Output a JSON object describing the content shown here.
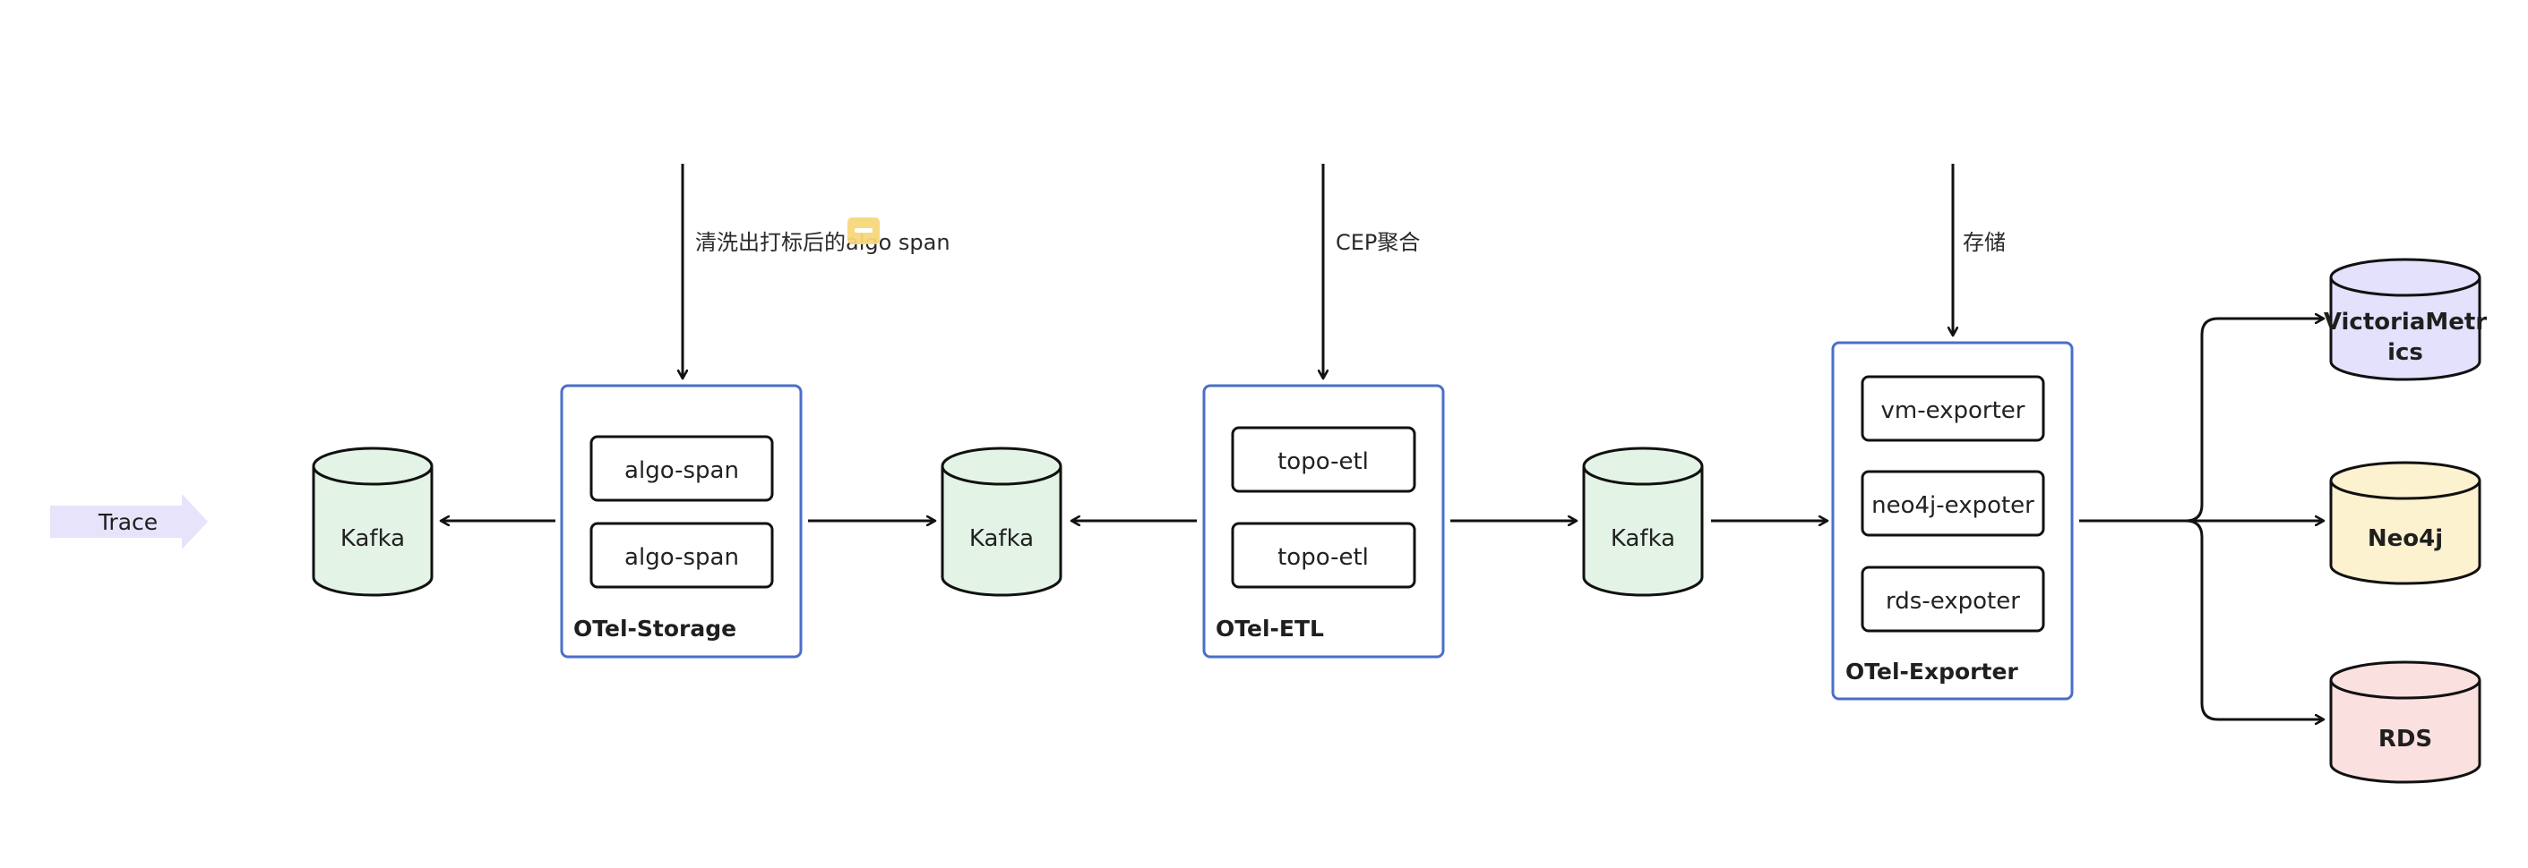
{
  "trace": {
    "label": "Trace",
    "color": "#e6e3fb"
  },
  "kafka": {
    "label": "Kafka",
    "color": "#e3f4e6"
  },
  "groups": {
    "storage": {
      "title": "OTel-Storage",
      "items": [
        "algo-span",
        "algo-span"
      ]
    },
    "etl": {
      "title": "OTel-ETL",
      "items": [
        "topo-etl",
        "topo-etl"
      ]
    },
    "exporter": {
      "title": "OTel-Exporter",
      "items": [
        "vm-exporter",
        "neo4j-expoter",
        "rds-expoter"
      ]
    }
  },
  "edge_labels": {
    "storage_input": "清洗出打标后的algo span",
    "etl_input": "CEP聚合",
    "exporter_input": "存储"
  },
  "sinks": {
    "victoria": {
      "label_line1": "VictoriaMetr",
      "label_line2": "ics",
      "color": "#e3e1fb"
    },
    "neo4j": {
      "label": "Neo4j",
      "color": "#fdf2cf"
    },
    "rds": {
      "label": "RDS",
      "color": "#fbe0e0"
    }
  },
  "colors": {
    "group_border": "#4a6fc9",
    "stroke": "#111111",
    "note_icon": "#f5d77a"
  }
}
